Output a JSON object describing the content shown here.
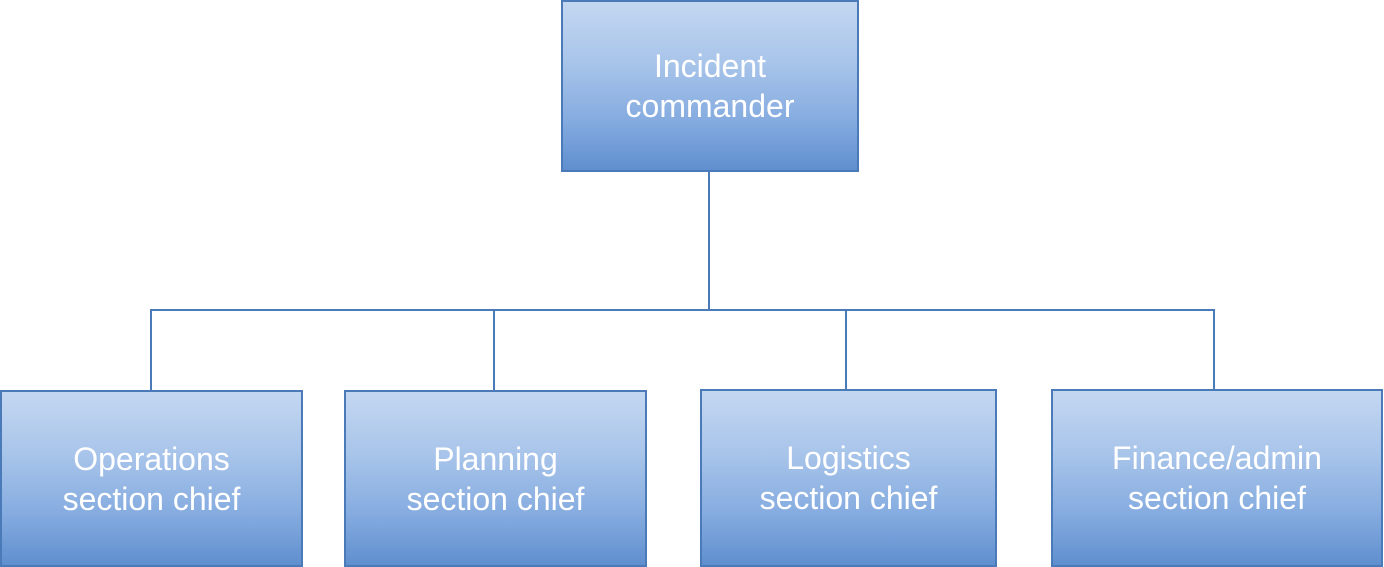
{
  "diagram": {
    "type": "org-chart",
    "colors": {
      "box_top": "#c4d7f1",
      "box_bottom": "#5f8fcf",
      "border": "#4a7ab8",
      "connector": "#4a7ab8",
      "text": "#ffffff"
    },
    "root": {
      "line1": "Incident",
      "line2": "commander"
    },
    "children": [
      {
        "line1": "Operations",
        "line2": "section chief"
      },
      {
        "line1": "Planning",
        "line2": "section chief"
      },
      {
        "line1": "Logistics",
        "line2": "section chief"
      },
      {
        "line1": "Finance/admin",
        "line2": "section chief"
      }
    ]
  }
}
